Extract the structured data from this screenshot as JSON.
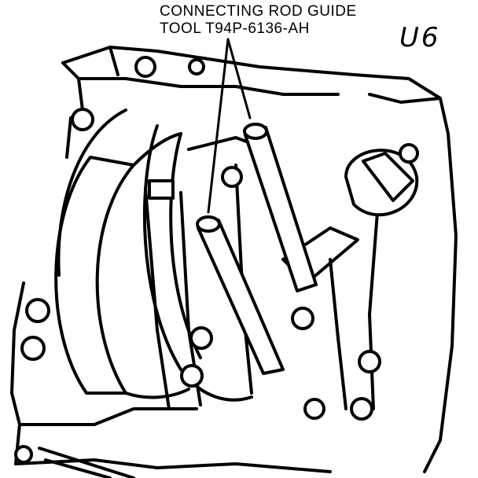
{
  "callout": {
    "line1": "CONNECTING ROD GUIDE",
    "line2": "TOOL T94P-6136-AH"
  },
  "reference_code": "U6",
  "colors": {
    "ink": "#000000",
    "paper": "#ffffff"
  }
}
